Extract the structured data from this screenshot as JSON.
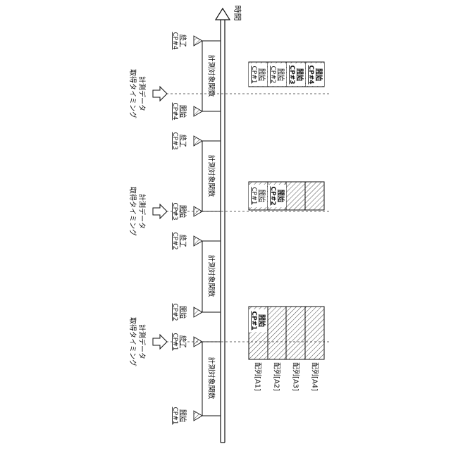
{
  "axis": {
    "label": "時間"
  },
  "function_label": "計測対象関数",
  "checkpoints": {
    "start": {
      "top": "開始",
      "bottom": [
        "CP#1",
        "CP#2",
        "CP#3",
        "CP#4"
      ]
    },
    "end": {
      "top": "終了",
      "bottom": [
        "CP#1",
        "CP#2",
        "CP#3",
        "CP#4"
      ]
    }
  },
  "timing_label": {
    "line1": "計測データ",
    "line2": "取得タイミング"
  },
  "arrays": [
    "配列[A1]",
    "配列[A2]",
    "配列[A3]",
    "配列[A4]"
  ],
  "snapshots": [
    {
      "cells": [
        {
          "top": "開始",
          "bottom": "CP#1",
          "bold": true
        },
        null,
        null,
        null
      ]
    },
    {
      "cells": [
        {
          "top": "開始",
          "bottom": "CP#1",
          "bold": false
        },
        {
          "top": "開始",
          "bottom": "CP#2",
          "bold": true
        },
        null,
        null
      ]
    },
    {
      "cells": [
        {
          "top": "開始",
          "bottom": "CP#1",
          "bold": false
        },
        {
          "top": "開始",
          "bottom": "CP#2",
          "bold": false
        },
        {
          "top": "開始",
          "bottom": "CP#3",
          "bold": true
        },
        {
          "top": "開始",
          "bottom": "CP#4",
          "bold": true
        }
      ]
    }
  ]
}
